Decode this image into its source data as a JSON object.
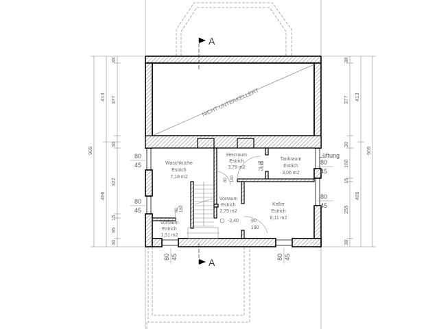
{
  "drawing": {
    "type": "floor plan (basement)",
    "section_marker_top": "A",
    "section_marker_bottom": "A",
    "unexcavated_label": "NICHT UNTERKELLERT"
  },
  "rooms": [
    {
      "name": "Waschküche",
      "floor": "Estrich",
      "area": "7,18 m2"
    },
    {
      "name": "Heizraum",
      "floor": "Estrich",
      "area": "3,79 m2"
    },
    {
      "name": "Tankraum",
      "floor": "Estrich",
      "area": "3,06 m2"
    },
    {
      "name": "Vorraum",
      "floor": "Estrich",
      "area": "2,75 m2"
    },
    {
      "name": "Keller",
      "floor": "Estrich",
      "area": "8,11 m2"
    },
    {
      "name": "Vorraum",
      "floor": "Estrich",
      "area": "1,51 m2"
    }
  ],
  "windows": {
    "left_upper": {
      "width": "80",
      "height": "45"
    },
    "left_lower": {
      "width": "80",
      "height": "45"
    },
    "right_upper": {
      "label": "Lüftung",
      "width": "80",
      "height": "45"
    },
    "right_lower": {
      "width": "80",
      "height": "45"
    },
    "bottom_left": {
      "width": "80",
      "height": "45"
    },
    "bottom_right": {
      "width": "80",
      "height": "45"
    }
  },
  "doors": {
    "heizraum": {
      "width": "80",
      "height": "180"
    },
    "heizraum_tank": {
      "width": "90",
      "height": "75",
      "alt": "180"
    },
    "vorraum_small": {
      "width": "80",
      "height": "180"
    },
    "keller": {
      "width": "90",
      "height": "190"
    },
    "level": "-2,40"
  },
  "dimensions": {
    "left": {
      "total": "909",
      "mid": [
        "413",
        "496"
      ],
      "inner": [
        "38",
        "377",
        "30",
        "322",
        "15",
        "95",
        "30"
      ]
    },
    "right": {
      "total": "909",
      "mid": [
        "413",
        "496"
      ],
      "inner": [
        "38",
        "377",
        "30",
        "160",
        "15",
        "255",
        "38"
      ]
    }
  }
}
